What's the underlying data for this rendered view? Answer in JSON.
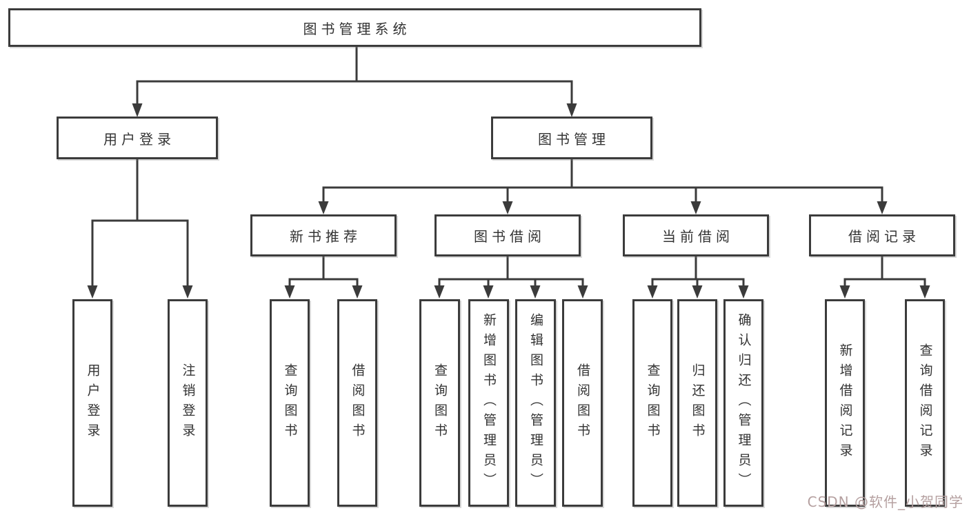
{
  "tree": {
    "root": {
      "label": "图书管理系统",
      "children": [
        {
          "label": "用户登录",
          "children": [
            {
              "label": "用户登录"
            },
            {
              "label": "注销登录"
            }
          ]
        },
        {
          "label": "图书管理",
          "children": [
            {
              "label": "新书推荐",
              "children": [
                {
                  "label": "查询图书"
                },
                {
                  "label": "借阅图书"
                }
              ]
            },
            {
              "label": "图书借阅",
              "children": [
                {
                  "label": "查询图书"
                },
                {
                  "label": "新增图书（管理员）"
                },
                {
                  "label": "编辑图书（管理员）"
                },
                {
                  "label": "借阅图书"
                }
              ]
            },
            {
              "label": "当前借阅",
              "children": [
                {
                  "label": "查询图书"
                },
                {
                  "label": "归还图书"
                },
                {
                  "label": "确认归还（管理员）"
                }
              ]
            },
            {
              "label": "借阅记录",
              "children": [
                {
                  "label": "新增借阅记录"
                },
                {
                  "label": "查询借阅记录"
                }
              ]
            }
          ]
        }
      ]
    }
  },
  "watermark": {
    "text": "CSDN @软件_小贺同学"
  },
  "colors": {
    "line": "#3b3b3b",
    "text": "#333333",
    "watermark": "#b5a0a0",
    "background": "#ffffff"
  }
}
